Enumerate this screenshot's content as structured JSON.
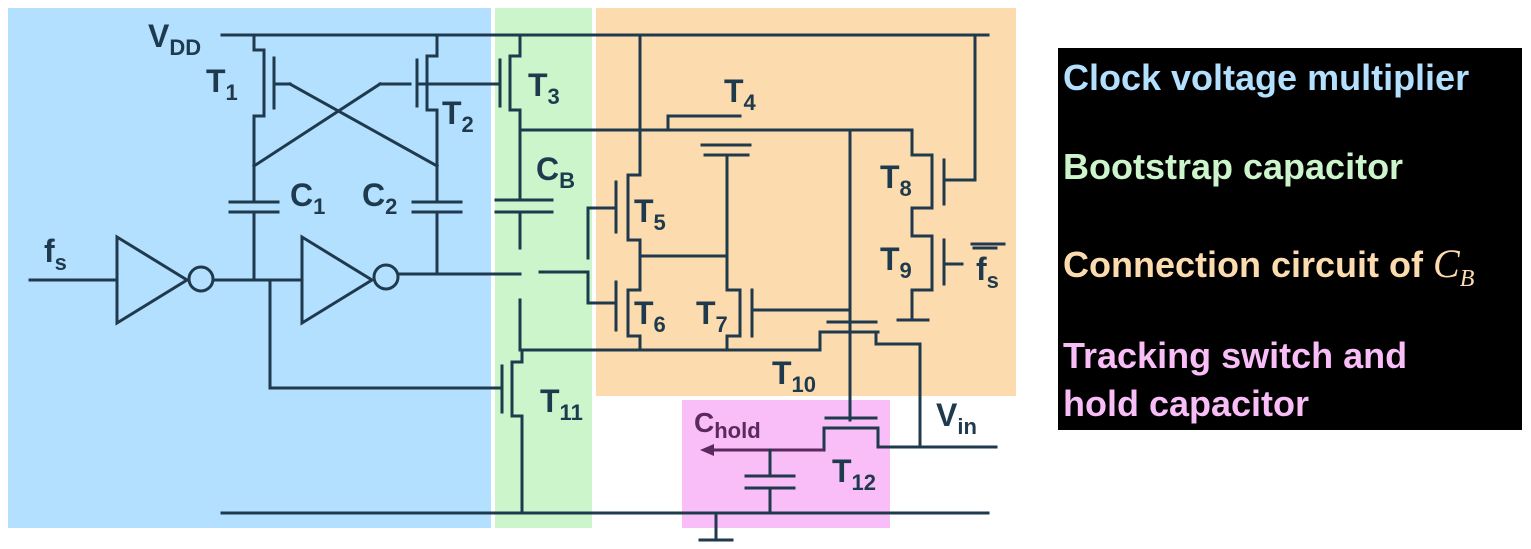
{
  "colors": {
    "clock_multiplier_region": "#b3e0ff",
    "bootstrap_region": "#ccf5cc",
    "connection_region": "#fcdcae",
    "tracking_region": "#f9bdf7",
    "wire": "#1f3a4d",
    "hold_wire": "#5a2a5e",
    "legend_background": "#000000"
  },
  "schematic": {
    "vdd": {
      "main": "V",
      "sub": "DD"
    },
    "fs": {
      "main": "f",
      "sub": "s"
    },
    "fs_bar": {
      "main": "f",
      "sub": "s"
    },
    "vin": {
      "main": "V",
      "sub": "in"
    },
    "chold": {
      "main": "C",
      "sub": "hold"
    },
    "cb": {
      "main": "C",
      "sub": "B"
    },
    "c1": {
      "main": "C",
      "sub": "1"
    },
    "c2": {
      "main": "C",
      "sub": "2"
    },
    "t": [
      "1",
      "2",
      "3",
      "4",
      "5",
      "6",
      "7",
      "8",
      "9",
      "10",
      "11",
      "12"
    ],
    "t_prefix": "T"
  },
  "legend": {
    "items": [
      {
        "text": "Clock voltage multiplier",
        "color": "#b3e0ff"
      },
      {
        "text": "Bootstrap capacitor",
        "color": "#ccf5cc"
      },
      {
        "text": "Connection circuit of ",
        "color": "#fcdcae",
        "symbol": "C",
        "symbol_sub": "B"
      },
      {
        "text": "Tracking switch and",
        "color": "#f9bdf7"
      },
      {
        "text": "hold capacitor",
        "color": "#f9bdf7"
      }
    ]
  }
}
